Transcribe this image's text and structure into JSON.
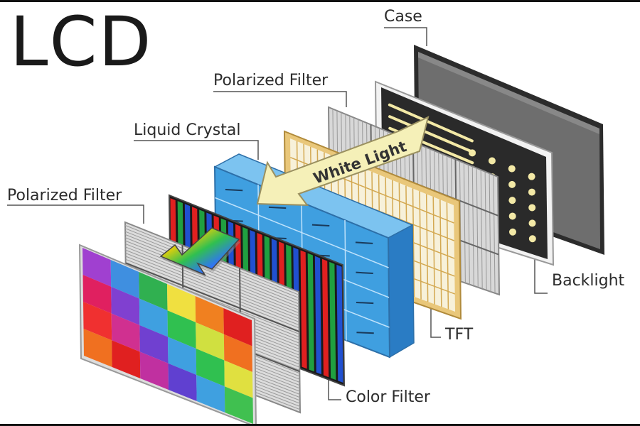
{
  "diagram": {
    "title": "LCD",
    "arrow_text": "White Light",
    "labels": {
      "case": "Case",
      "polarized_filter_back": "Polarized Filter",
      "liquid_crystal": "Liquid Crystal",
      "polarized_filter_front": "Polarized Filter",
      "backlight": "Backlight",
      "tft": "TFT",
      "color_filter": "Color Filter"
    },
    "colors": {
      "case_frame": "#2c2c2c",
      "case_screen": "#6e6e6e",
      "backlight_board": "#2a2a2a",
      "backlight_led": "#f3e9a6",
      "tft_gold": "#e5c271",
      "liquid_crystal_blue": "#3f9fe0",
      "arrow_fill": "#f5f0b8",
      "color_filter_red": "#e02020",
      "color_filter_green": "#20a040",
      "color_filter_blue": "#2050d0",
      "leader_line": "#555555"
    }
  }
}
